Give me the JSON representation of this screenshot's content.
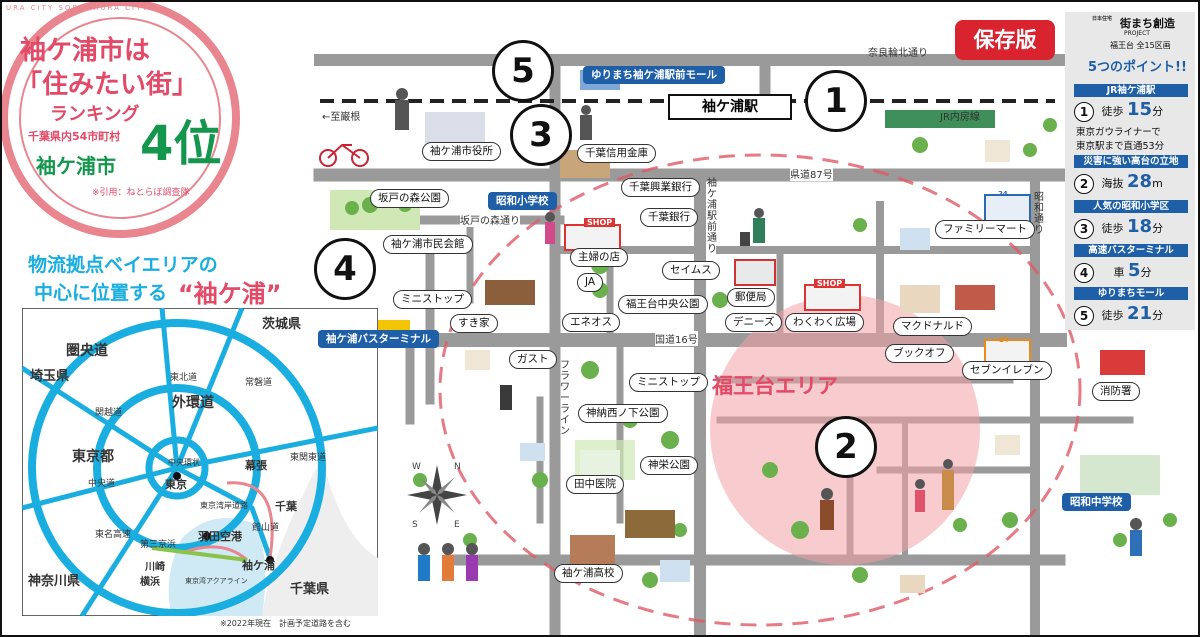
{
  "rank": {
    "title1": "袖ケ浦市は",
    "title2": "「住みたい街」",
    "title3": "ランキング",
    "sub": "千葉県内54市町村",
    "city": "袖ケ浦市",
    "rank": "4位",
    "source": "※引用：ねとらぼ調査隊",
    "seal_ring": "URA CITY SODEGAURA CITY"
  },
  "badge": {
    "label": "保存版"
  },
  "project": {
    "line1": "街まち創造",
    "line2": "PROJECT",
    "line3": "福王台 全15区画",
    "maker": "日本住宅"
  },
  "points": {
    "title": "5つのポイント!!",
    "items": [
      {
        "head": "JR袖ケ浦駅",
        "num": "1",
        "pre": "徒歩",
        "val": "15",
        "unit": "分",
        "note1": "東京ガウライナーで",
        "note2": "東京駅まで直通53分"
      },
      {
        "head": "災害に強い高台の立地",
        "num": "2",
        "pre": "海抜",
        "val": "28",
        "unit": "m"
      },
      {
        "head": "人気の昭和小学区",
        "num": "3",
        "pre": "徒歩",
        "val": "18",
        "unit": "分"
      },
      {
        "head": "高速バスターミナル",
        "num": "4",
        "pre": "車",
        "val": "5",
        "unit": "分"
      },
      {
        "head": "ゆりまちモール",
        "num": "5",
        "pre": "徒歩",
        "val": "21",
        "unit": "分"
      }
    ]
  },
  "logistics": {
    "line1": "物流拠点ベイエリアの",
    "line2": "中心に位置する",
    "line3": "“袖ケ浦”"
  },
  "minimap": {
    "labels": [
      "茨城県",
      "圏央道",
      "埼玉県",
      "東北道",
      "常磐道",
      "関越道",
      "外環道",
      "東京都",
      "中央環状",
      "幕張",
      "東関東道",
      "中央道",
      "東京",
      "千葉",
      "東京湾岸道路",
      "東名高速",
      "館山道",
      "第三京浜",
      "羽田空港",
      "川崎",
      "袖ケ浦",
      "横浜",
      "東京湾アクアライン",
      "神奈川県",
      "千葉県"
    ],
    "note": "※2022年現在　計画予定道路を含む"
  },
  "map": {
    "pins": [
      "1",
      "2",
      "3",
      "4",
      "5"
    ],
    "blue_labels": [
      "ゆりまち袖ケ浦駅前モール",
      "昭和小学校",
      "袖ケ浦バスターミナル",
      "昭和中学校"
    ],
    "station": "袖ケ浦駅",
    "labels": [
      "袖ケ浦市役所",
      "千葉信用金庫",
      "坂戸の森公園",
      "千葉興業銀行",
      "千葉銀行",
      "ファミリーマート",
      "袖ケ浦市民会館",
      "主婦の店",
      "セイムス",
      "JA",
      "郵便局",
      "ミニストップ",
      "すき家",
      "福王台中央公園",
      "エネオス",
      "デニーズ",
      "わくわく広場",
      "マクドナルド",
      "ブックオフ",
      "セブンイレブン",
      "ガスト",
      "ミニストップ",
      "神納西ノ下公園",
      "消防署",
      "田中医院",
      "神栄公園",
      "袖ケ浦高校"
    ],
    "roads": [
      "奈良輪北通り",
      "←至巌根",
      "JR内房線",
      "県道87号",
      "坂戸の森通り",
      "袖ケ浦駅前通り",
      "昭和通り",
      "国道16号",
      "フラワーライン"
    ],
    "area": "福王台エリア",
    "shop": "SHOP",
    "store_no": "24",
    "compass": [
      "N",
      "S",
      "W",
      "E"
    ]
  }
}
